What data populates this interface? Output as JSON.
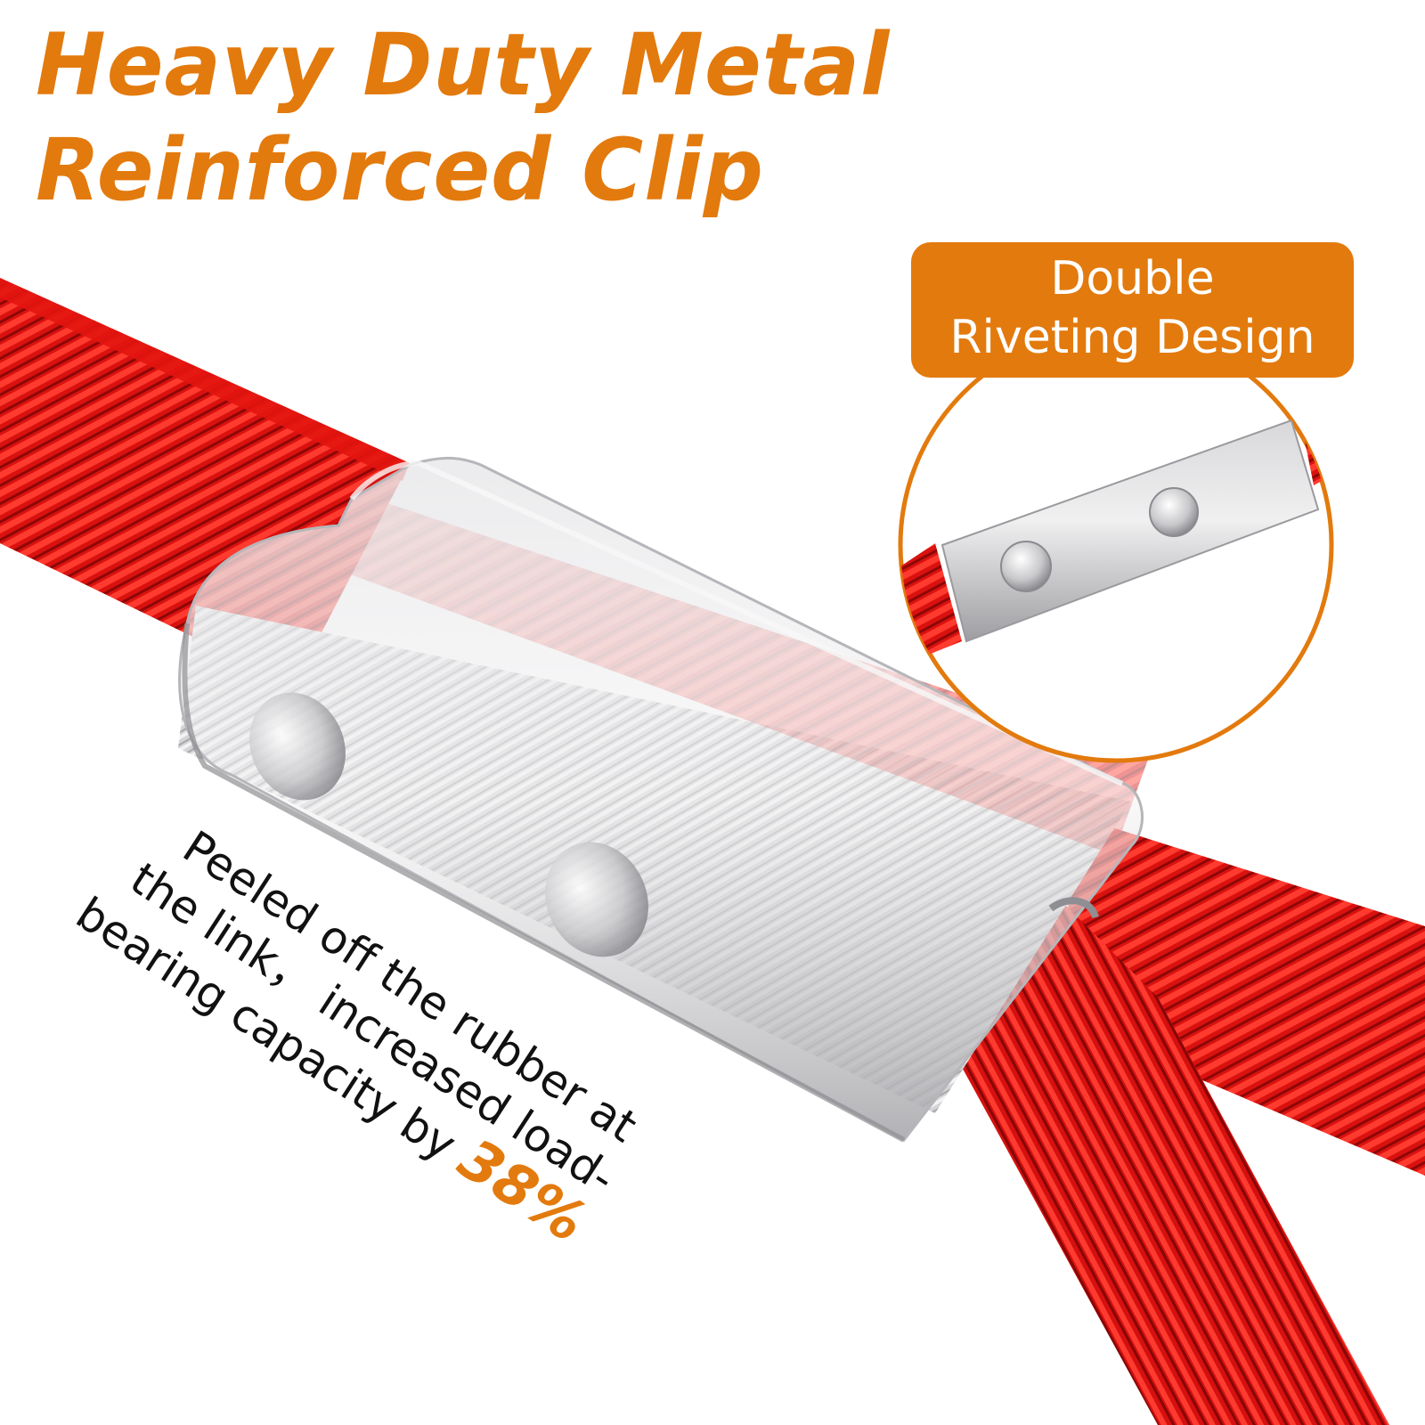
{
  "headline": {
    "line1": "Heavy Duty Metal",
    "line2": "Reinforced Clip"
  },
  "badge": {
    "line1": "Double",
    "line2": "Riveting Design"
  },
  "caption": {
    "line1": "Peeled off the rubber at",
    "line2": "the link， increased load-",
    "line3": "bearing capacity by ",
    "highlight": "38%"
  },
  "colors": {
    "accent": "#e37a0d",
    "cable_red": "#e0100f",
    "clip_silver": "#c9c9cb",
    "text": "#111111",
    "background": "#ffffff"
  },
  "illustration": {
    "main": "red-steel-cable-with-metal-clip",
    "inset": "double-rivet-clip-closeup"
  }
}
